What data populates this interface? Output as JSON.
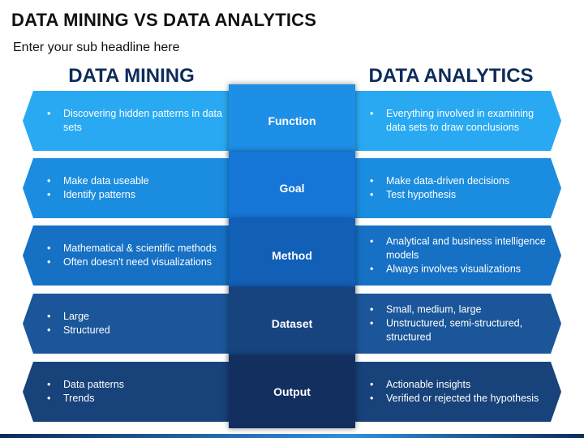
{
  "title": "DATA MINING VS DATA ANALYTICS",
  "subtitle": "Enter your sub headline here",
  "left_header": "DATA MINING",
  "right_header": "DATA ANALYTICS",
  "rows": [
    {
      "label": "Function",
      "left": [
        "Discovering hidden patterns in data sets"
      ],
      "right": [
        "Everything involved in examining data sets to draw conclusions"
      ]
    },
    {
      "label": "Goal",
      "left": [
        "Make data useable",
        "Identify patterns"
      ],
      "right": [
        "Make data-driven decisions",
        "Test hypothesis"
      ]
    },
    {
      "label": "Method",
      "left": [
        "Mathematical & scientific methods",
        "Often doesn't need visualizations"
      ],
      "right": [
        "Analytical and business intelligence models",
        "Always involves visualizations"
      ]
    },
    {
      "label": "Dataset",
      "left": [
        "Large",
        "Structured"
      ],
      "right": [
        "Small, medium, large",
        "Unstructured, semi-structured, structured"
      ]
    },
    {
      "label": "Output",
      "left": [
        "Data patterns",
        "Trends"
      ],
      "right": [
        "Actionable insights",
        "Verified or rejected the hypothesis"
      ]
    }
  ],
  "colors": {
    "row_fills": [
      "#29a9f2",
      "#1a8de0",
      "#1670c4",
      "#1a5699",
      "#17427a"
    ],
    "center_fills": [
      "#1e8fe6",
      "#1576d8",
      "#125fb8",
      "#17447f",
      "#122f5f"
    ],
    "header": "#0d2c5a"
  }
}
